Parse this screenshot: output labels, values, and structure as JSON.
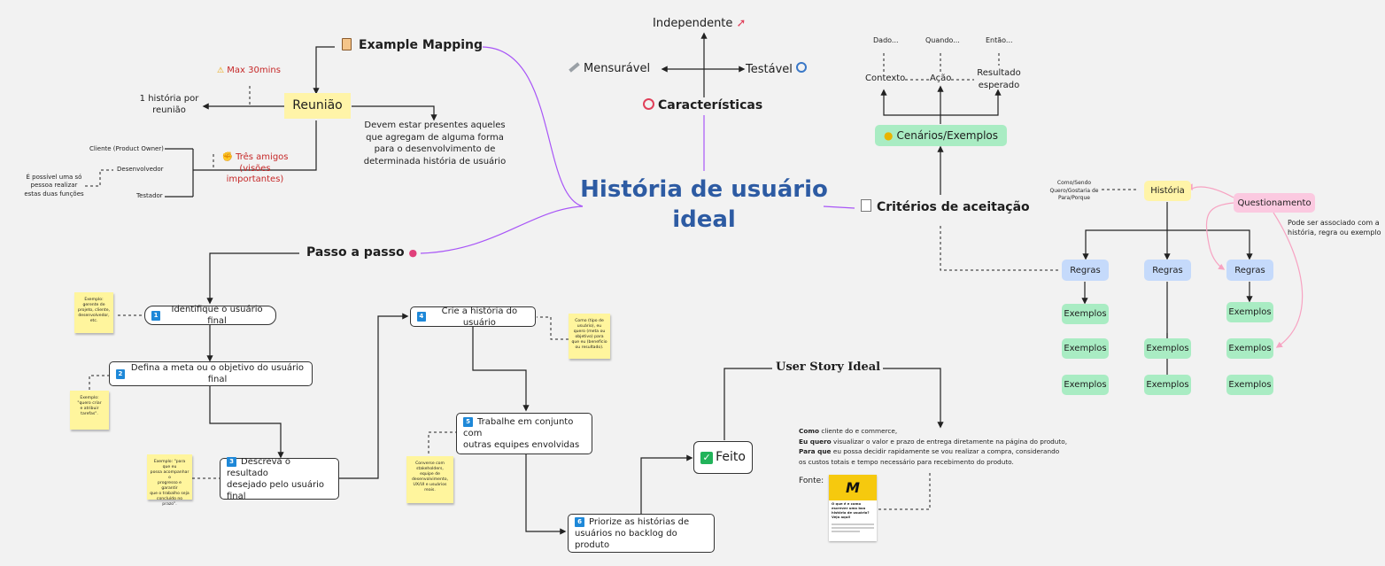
{
  "center": {
    "title_line1": "História de usuário",
    "title_line2": "ideal"
  },
  "example_mapping": {
    "icon": "clipboard-icon",
    "title": "Example Mapping",
    "max": "Max 30mins",
    "reuniao": "Reunião",
    "one_story": [
      "1 história por",
      "reunião"
    ],
    "presence": [
      "Devem estar presentes aqueles",
      "que agregam de alguma forma",
      "para o desenvolvimento de",
      "determinada história de usuário"
    ],
    "tres_amigos": [
      "Três amigos",
      "(visões",
      "importantes)"
    ],
    "roles": [
      "Cliente (Product Owner)",
      "Desenvolvedor",
      "Testador"
    ],
    "note": [
      "É possível uma só",
      "pessoa realizar",
      "estas duas funções"
    ]
  },
  "caracteristicas": {
    "title": "Características",
    "independente": "Independente",
    "mensuravel": "Mensurável",
    "testavel": "Testável"
  },
  "criterios": {
    "title": "Critérios de aceitação",
    "cenarios": "Cenários/Exemplos",
    "dado": "Dado...",
    "quando": "Quando...",
    "entao": "Então...",
    "contexto": "Contexto",
    "acao": "Ação",
    "resultado": [
      "Resultado",
      "esperado"
    ],
    "historia": "História",
    "como": [
      "Como/Sendo",
      "Quero/Gostaria de",
      "Para/Porque"
    ],
    "questionamento": "Questionamento",
    "questionamento_note": [
      "Pode ser associado com a",
      "história, regra ou exemplo"
    ],
    "regras": "Regras",
    "exemplos": "Exemplos"
  },
  "passo": {
    "title": "Passo a passo",
    "steps": [
      {
        "n": "1",
        "lines": [
          "Identifique o usuário final"
        ]
      },
      {
        "n": "2",
        "lines": [
          "Defina a meta ou o objetivo do usuário final"
        ]
      },
      {
        "n": "3",
        "lines": [
          "Descreva o resultado",
          "desejado pelo usuário final"
        ]
      },
      {
        "n": "4",
        "lines": [
          "Crie a história do usuário"
        ]
      },
      {
        "n": "5",
        "lines": [
          "Trabalhe em conjunto com",
          "outras equipes envolvidas"
        ]
      },
      {
        "n": "6",
        "lines": [
          "Priorize as histórias de",
          "usuários no backlog do produto"
        ]
      }
    ],
    "feito": "Feito",
    "stickies": {
      "s1": [
        "Exemplo:",
        "gerente de",
        "projeto, cliente,",
        "desenvolvedor,",
        "etc."
      ],
      "s2": [
        "Exemplo:",
        "\"quero criar",
        "e atribuir",
        "tarefas\"."
      ],
      "s3": [
        "Exemplo: \"para que eu",
        "possa acompanhar o",
        "progresso e garantir",
        "que o trabalho seja",
        "concluído no prazo\"."
      ],
      "s4": [
        "Como (tipo de",
        "usuário), eu",
        "quero (meta ou",
        "objetivo) para",
        "que eu (benefício",
        "ou resultado)."
      ],
      "s5": [
        "Converse com",
        "stakeholders,",
        "equipe de",
        "desenvolvimento,",
        "UX/UI e usuários",
        "reais."
      ]
    }
  },
  "user_story": {
    "title": "User Story Ideal",
    "como_label": "Como",
    "como_text": " cliente do e commerce,",
    "quero_label": "Eu quero",
    "quero_text": " visualizar o valor e prazo de entrega diretamente na página do produto,",
    "para_label": "Para que",
    "para_text": " eu possa decidir rapidamente se vou realizar a compra, considerando",
    "para_text2": "os custos totais e tempo necessário para recebimento do produto.",
    "fonte": "Fonte:",
    "card_lines": [
      "O que é e como",
      "escrever uma boa",
      "história de usuário?",
      "Veja aqui!"
    ]
  },
  "colors": {
    "purple": "#a855f7",
    "pink": "#f7a3c2",
    "title_blue": "#2d5ba3",
    "red_text": "#c62828",
    "green_box": "#a9ecc3",
    "blue_box": "#c5dafb",
    "yellow_box": "#fff4a8",
    "sticky": "#fff59d"
  }
}
